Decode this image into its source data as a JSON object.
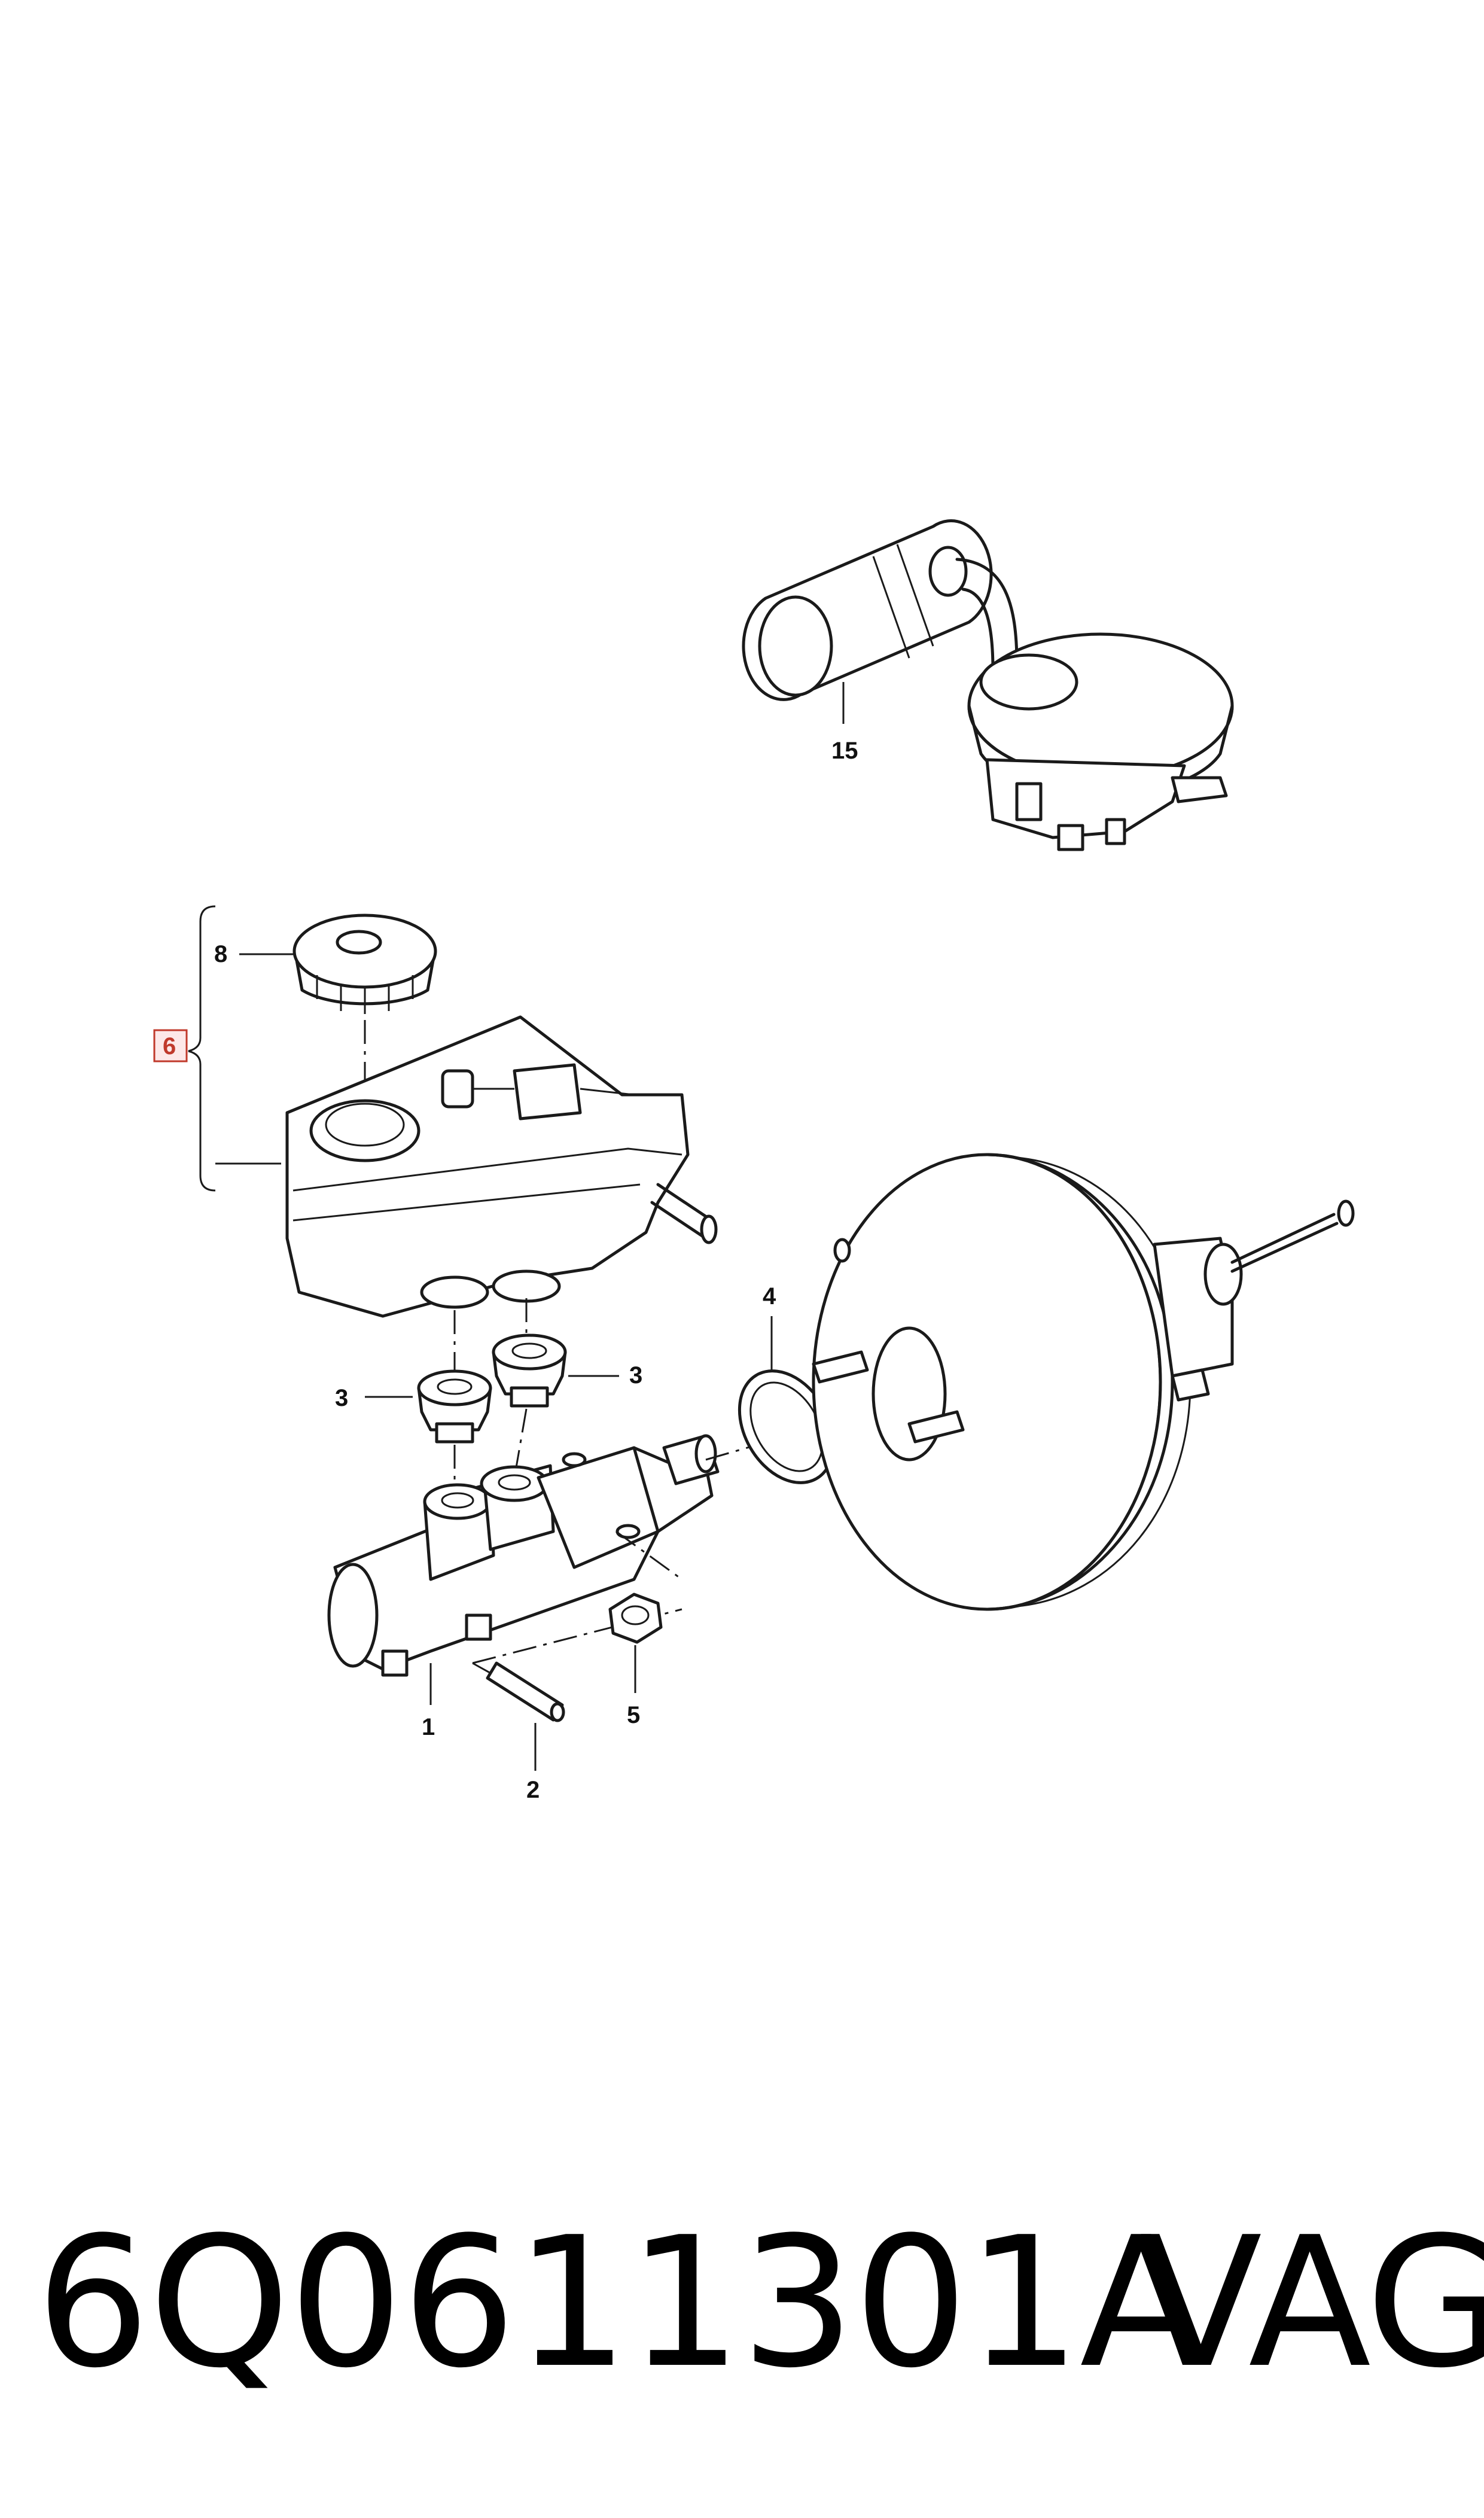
{
  "callouts": {
    "c1": "1",
    "c2": "2",
    "c3a": "3",
    "c3b": "3",
    "c4": "4",
    "c5": "5",
    "c6": "6",
    "c8": "8",
    "c15": "15"
  },
  "footer": {
    "part_number": "6Q0611301A",
    "brand": "VAG"
  },
  "colors": {
    "line": "#1a1a1a",
    "highlight_box": "#c0392b",
    "background": "#ffffff"
  }
}
